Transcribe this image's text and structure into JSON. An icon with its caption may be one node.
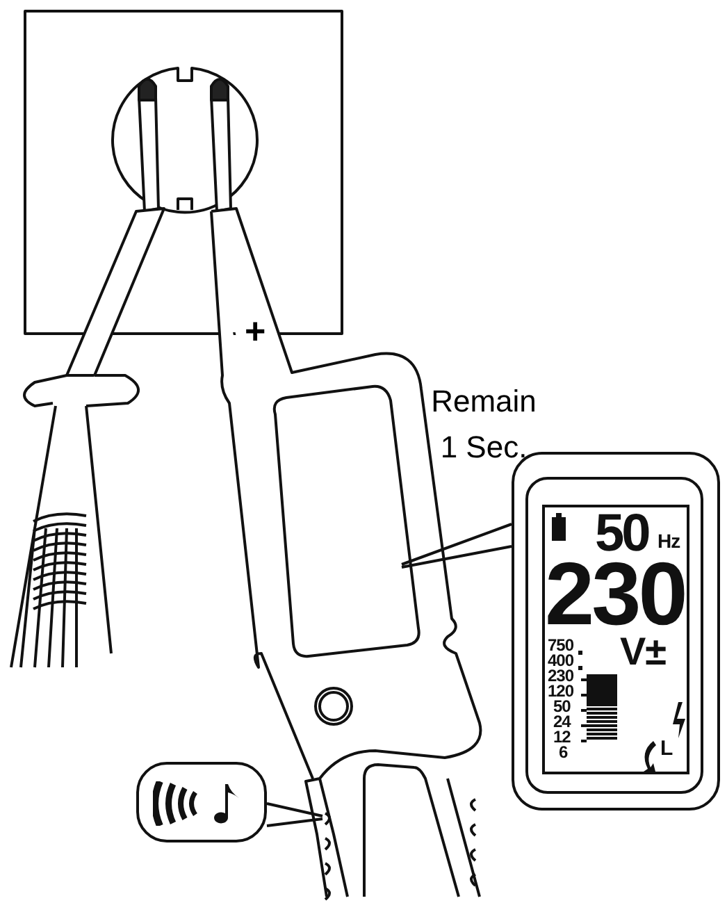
{
  "diagram": {
    "nodes": [
      {
        "text": [],
        "shape": "box"
      },
      {
        "text": [
          "50",
          "Hz",
          "230",
          "V±",
          "750",
          "400",
          "230",
          "120",
          "50",
          "24",
          "12",
          "6",
          "L"
        ]
      },
      {
        "text": [],
        "shape": "box"
      }
    ],
    "edges": [
      {
        "from": 1,
        "to": 0,
        "arrow": "none"
      },
      {
        "from": 2,
        "to": null,
        "arrow": "none"
      }
    ],
    "labels": [
      "+",
      "Remain 1 Sec."
    ]
  }
}
